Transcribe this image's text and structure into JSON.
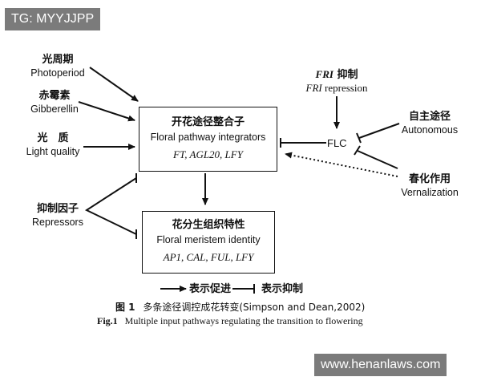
{
  "watermarks": {
    "top_left": "TG: MYYJJPP",
    "bottom_right": "www.henanlaws.com"
  },
  "inputs": {
    "photoperiod": {
      "zh": "光周期",
      "en": "Photoperiod"
    },
    "gibberellin": {
      "zh": "赤霉素",
      "en": "Gibberellin"
    },
    "light_quality": {
      "zh": "光　质",
      "en": "Light quality"
    },
    "repressors": {
      "zh": "抑制因子",
      "en": "Repressors"
    },
    "fri": {
      "zh_italic": "FRI",
      "zh_rest": " 抑制",
      "en_italic": "FRI",
      "en_rest": " repression"
    },
    "autonomous": {
      "zh": "自主途径",
      "en": "Autonomous"
    },
    "vernalization": {
      "zh": "春化作用",
      "en": "Vernalization"
    },
    "flc": "FLC"
  },
  "integrator_box": {
    "zh": "开花途径整合子",
    "en": "Floral pathway integrators",
    "genes": "FT,  AGL20,  LFY"
  },
  "meristem_box": {
    "zh": "花分生组织特性",
    "en": "Floral meristem identity",
    "genes": "AP1,  CAL,  FUL,  LFY"
  },
  "legend": {
    "promote": "表示促进",
    "inhibit": "表示抑制"
  },
  "caption": {
    "zh_label": "图 1",
    "zh_text": "多条途径调控成花转变(Simpson and Dean,2002)",
    "en_label": "Fig.1",
    "en_text": "Multiple input pathways regulating the transition to flowering"
  }
}
